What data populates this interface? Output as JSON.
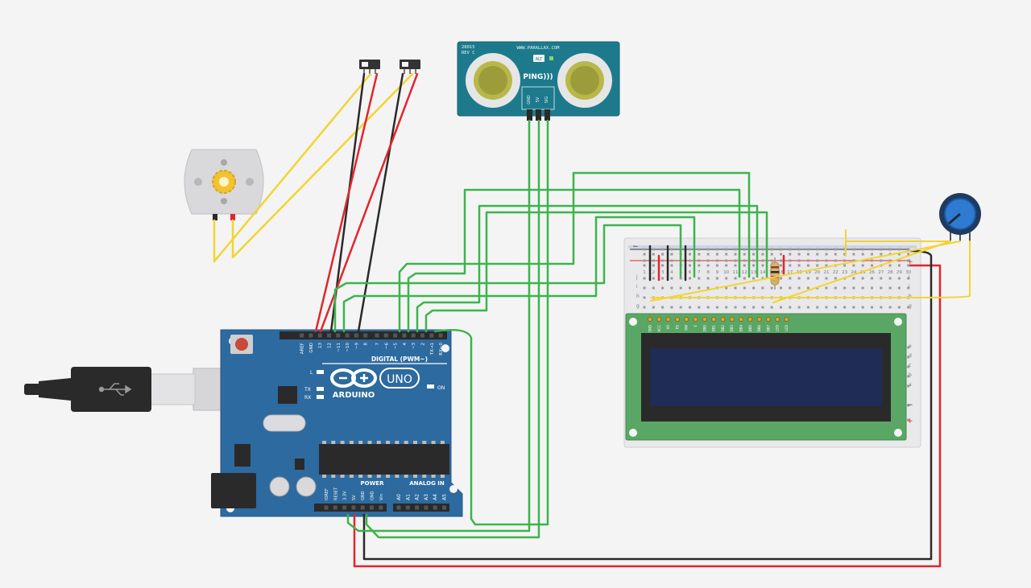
{
  "ultrasonic": {
    "model": "28015",
    "rev": "REV C",
    "website": "WWW.PARALLAX.COM",
    "brand": "PING)))",
    "pin_gnd": "GND",
    "pin_5v": "5V",
    "pin_sig": "SIG",
    "badge": "ALT"
  },
  "arduino": {
    "logo_text": "ARDUINO",
    "model": "UNO",
    "digital_label": "DIGITAL (PWM~)",
    "power_label": "POWER",
    "analog_label": "ANALOG IN",
    "led_l": "L",
    "led_tx": "TX",
    "led_rx": "RX",
    "led_on": "ON",
    "digital_pins": [
      "AREF",
      "GND",
      "13",
      "12",
      "~11",
      "~10",
      "~9",
      "8",
      "7",
      "~6",
      "~5",
      "4",
      "~3",
      "2",
      "TX→1",
      "RX←0"
    ],
    "power_pins": [
      "IOREF",
      "RESET",
      "3.3V",
      "5V",
      "GND",
      "GND",
      "Vin"
    ],
    "analog_pins": [
      "A0",
      "A1",
      "A2",
      "A3",
      "A4",
      "A5"
    ]
  },
  "breadboard": {
    "col_numbers": [
      "1",
      "2",
      "3",
      "4",
      "5",
      "6",
      "7",
      "8",
      "9",
      "10",
      "11",
      "12",
      "13",
      "14",
      "15",
      "16",
      "17",
      "18",
      "19",
      "20",
      "21",
      "22",
      "23",
      "24",
      "25",
      "26",
      "27",
      "28",
      "29",
      "30"
    ],
    "row_letters_top": [
      "j",
      "i",
      "h",
      "g"
    ],
    "row_letters_bottom": [
      "e",
      "d",
      "c",
      "b",
      "a"
    ],
    "minus": "−",
    "plus": "+"
  },
  "lcd": {
    "pins": [
      "GND",
      "VCC",
      "V0",
      "RS",
      "RW",
      "E",
      "DB0",
      "DB1",
      "DB2",
      "DB3",
      "DB4",
      "DB5",
      "DB6",
      "DB7",
      "LED",
      "LED"
    ]
  },
  "colors": {
    "wire_green": "#3cb44b",
    "wire_yellow": "#f2d530",
    "wire_red": "#e0262b",
    "wire_black": "#2a2a2a",
    "arduino_blue": "#2d6a9f",
    "sensor_teal": "#1d7a8c",
    "lcd_green": "#5aa765",
    "lcd_screen": "#1f2c55"
  }
}
